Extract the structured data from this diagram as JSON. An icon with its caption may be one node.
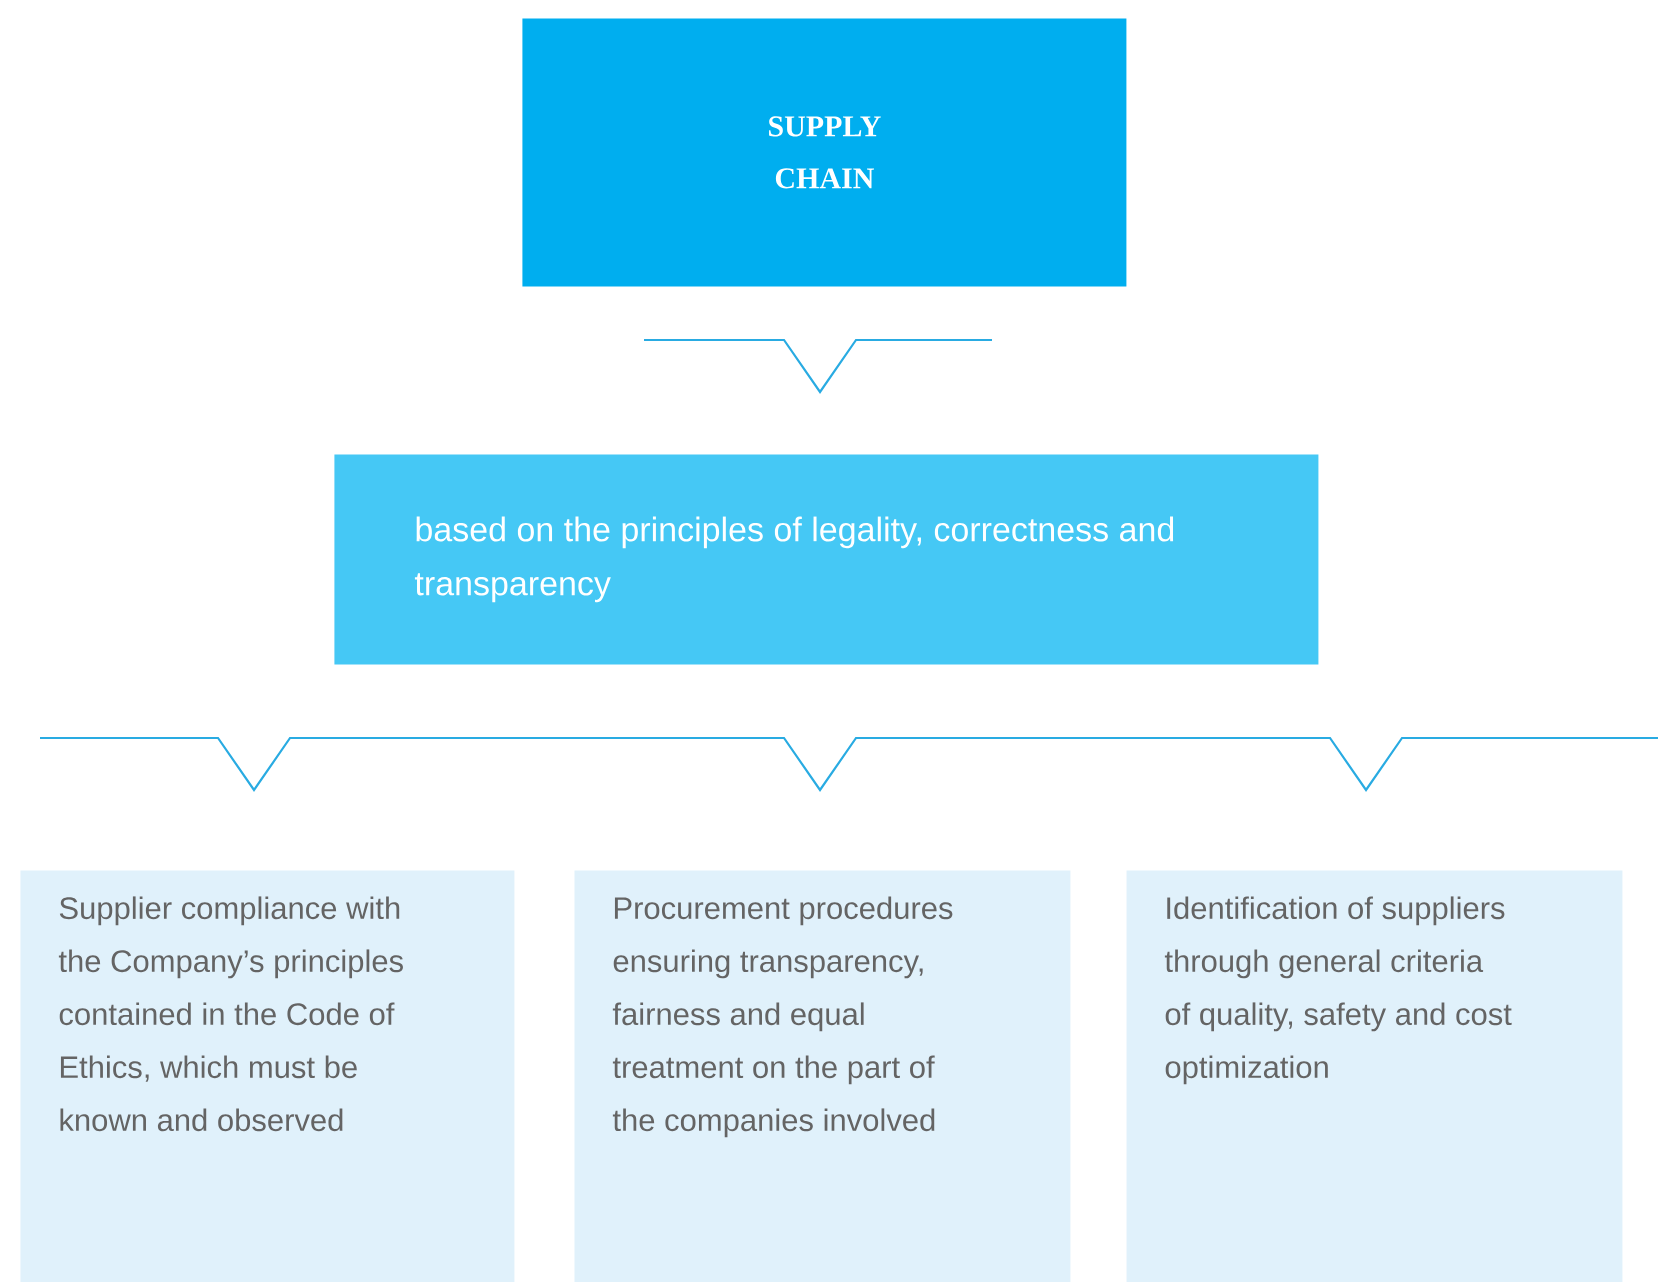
{
  "diagram": {
    "nodes": [
      {
        "text": [
          "SUPPLY CHAIN"
        ]
      },
      {
        "text": [
          "based on the principles of legality, correctness and transparency"
        ]
      },
      {
        "text": [
          "Supplier compliance with the Company’s principles contained in the Code of Ethics, which must be known and observed"
        ]
      },
      {
        "text": [
          "Procurement procedures ensuring transparency, fairness and equal treatment on the part of the companies involved"
        ]
      },
      {
        "text": [
          "Identification of suppliers through general criteria of quality, safety and cost optimization"
        ]
      }
    ]
  }
}
